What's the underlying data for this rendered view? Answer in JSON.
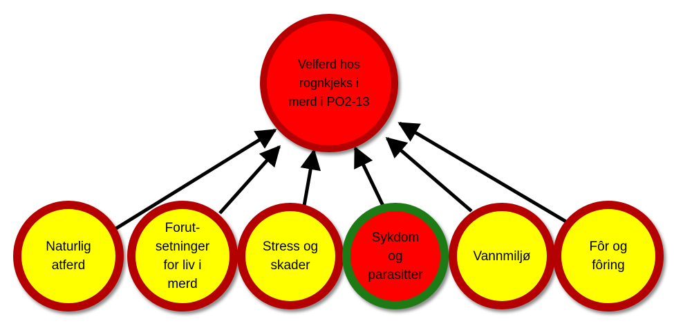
{
  "colors": {
    "red": "#ff0000",
    "dark_red": "#b40000",
    "yellow": "#ffff00",
    "green": "#1e7a14",
    "arrow": "#000000"
  },
  "center": {
    "label": "Velferd hos\nrognkjeks i\nmerd i PO2-13",
    "fill": "#ff0000",
    "border": "#b40000"
  },
  "factors": [
    {
      "label": "Naturlig\natferd",
      "fill": "#ffff00",
      "border": "#b40000"
    },
    {
      "label": "Forut-\nsetninger\nfor liv i\nmerd",
      "fill": "#ffff00",
      "border": "#b40000"
    },
    {
      "label": "Stress og\nskader",
      "fill": "#ffff00",
      "border": "#b40000"
    },
    {
      "label": "Sykdom\nog\nparasitter",
      "fill": "#ff0000",
      "border": "#1e7a14"
    },
    {
      "label": "Vannmiljø",
      "fill": "#ffff00",
      "border": "#b40000"
    },
    {
      "label": "Fôr og\nfôring",
      "fill": "#ffff00",
      "border": "#b40000"
    }
  ]
}
